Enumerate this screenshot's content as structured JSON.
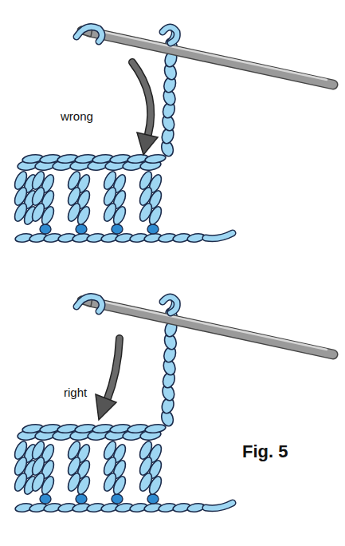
{
  "diagram": {
    "labels": [
      "wrong",
      "right",
      "Fig. 5"
    ]
  }
}
